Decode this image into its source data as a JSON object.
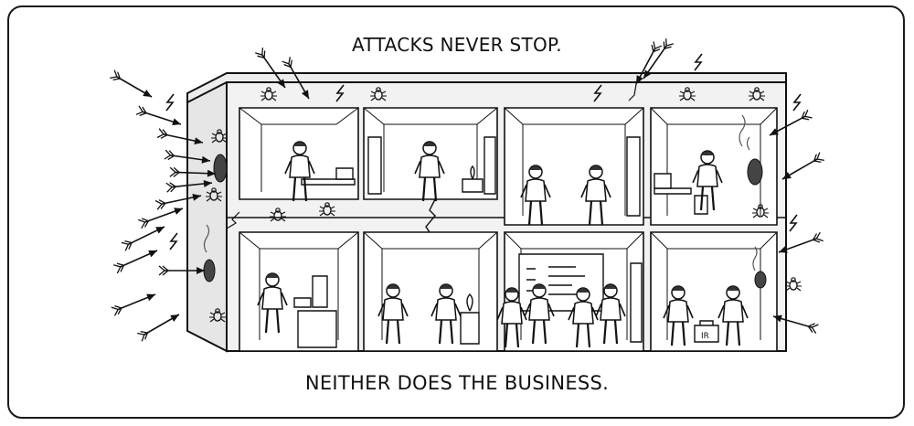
{
  "captions": {
    "top": "ATTACKS NEVER STOP.",
    "bottom": "NEITHER DOES THE BUSINESS."
  },
  "labels": {
    "toolbox": "IR"
  },
  "colors": {
    "ink": "#111111",
    "wall": "#e6e6e6",
    "room": "#ffffff",
    "damage": "#555555"
  },
  "icons": [
    "arrow-icon",
    "bug-icon",
    "lightning-icon",
    "crack-icon",
    "impact-hole-icon",
    "smoke-icon"
  ]
}
